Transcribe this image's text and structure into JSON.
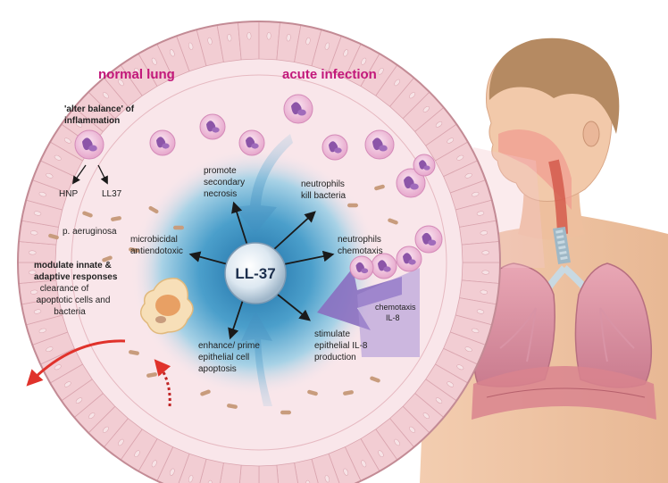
{
  "headings": {
    "normal": "normal lung",
    "acute": "acute infection"
  },
  "center_label": "LL-37",
  "left_panel": {
    "alter_balance": [
      "'alter balance' of",
      "inflammation"
    ],
    "hnp": "HNP",
    "ll37": "LL37",
    "pathogen": "p. aeruginosa",
    "modulate_bold": [
      "modulate innate &",
      "adaptive responses"
    ],
    "modulate_rest": [
      "clearance of",
      "apoptotic cells and",
      "bacteria"
    ]
  },
  "effects": {
    "necrosis": [
      "promote",
      "secondary",
      "necrosis"
    ],
    "kill": [
      "neutrophils",
      "kill bacteria"
    ],
    "microbicidal": [
      "microbicidal",
      "antiendotoxic"
    ],
    "chemotaxis": [
      "neutrophils",
      "chemotaxis"
    ],
    "apoptosis": [
      "enhance/ prime",
      "epithelial cell",
      "apoptosis"
    ],
    "il8": [
      "stimulate",
      "epithelial IL-8",
      "production"
    ]
  },
  "chemotaxis_arrow": [
    "chemotaxis",
    "IL-8"
  ],
  "colors": {
    "heading": "#c2187a",
    "lumen": "#f9e6ea",
    "epithelium": "#f2cdd3",
    "halo_core": "#2d86b5",
    "cell": "#e8a9cf",
    "nucleus": "#8c55a8",
    "bacteria": "#c89c7d",
    "red_arrow": "#e0322b",
    "chemo_arrow": "#8a6fc0"
  }
}
